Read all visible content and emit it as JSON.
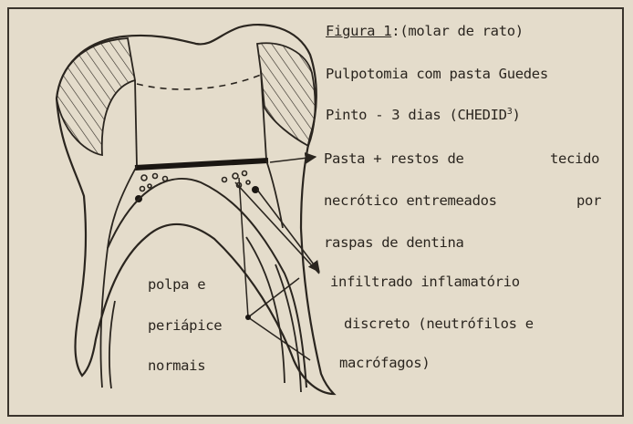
{
  "figure": {
    "caption_label": "Figura 1",
    "caption_label_sep": ":",
    "caption_subject": "(molar de rato)",
    "caption_line2": "Pulpotomia com pasta Guedes",
    "caption_line3_main": "Pinto - 3 dias (CHEDID",
    "caption_line3_sup": "3",
    "caption_line3_end": ")",
    "label_pasta_l1_a": "Pasta + restos de",
    "label_pasta_l1_b": "tecido",
    "label_pasta_l2_a": "necrótico entremeados",
    "label_pasta_l2_b": "por",
    "label_pasta_l3": "raspas de dentina",
    "label_infl_l1": "infiltrado inflamatório",
    "label_infl_l2": "discreto (neutrófilos e",
    "label_infl_l3": "macrófagos)",
    "label_polpa_l1": "polpa e",
    "label_polpa_l2": "periápice",
    "label_polpa_l3": "normais"
  },
  "colors": {
    "paper": "#e4dccb",
    "ink": "#2a251f"
  }
}
